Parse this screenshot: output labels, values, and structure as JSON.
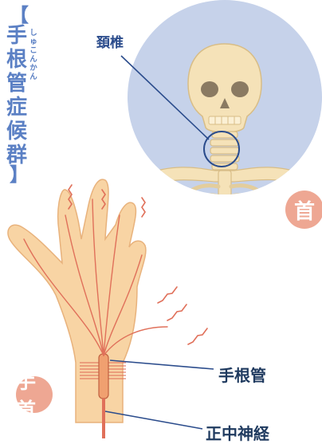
{
  "title": {
    "open_bracket": "【",
    "chars": [
      "手",
      "根",
      "管",
      "症",
      "候",
      "群"
    ],
    "close_bracket": "】",
    "ruby": [
      "し",
      "ゅ",
      "こ",
      "ん",
      "か",
      "ん"
    ]
  },
  "labels": {
    "cervical": "頚椎",
    "carpal_tunnel": "手根管",
    "median_nerve": "正中神経"
  },
  "badges": {
    "neck": "首",
    "wrist": "手首"
  },
  "colors": {
    "title_blue": "#5b80c4",
    "circle_bg": "#c6d2ea",
    "bone": "#f5e2b8",
    "bone_outline": "#d8bd86",
    "skin": "#f8d4a4",
    "nerve": "#e0705a",
    "badge": "#eea793",
    "leader_line": "#2b4c8c"
  }
}
